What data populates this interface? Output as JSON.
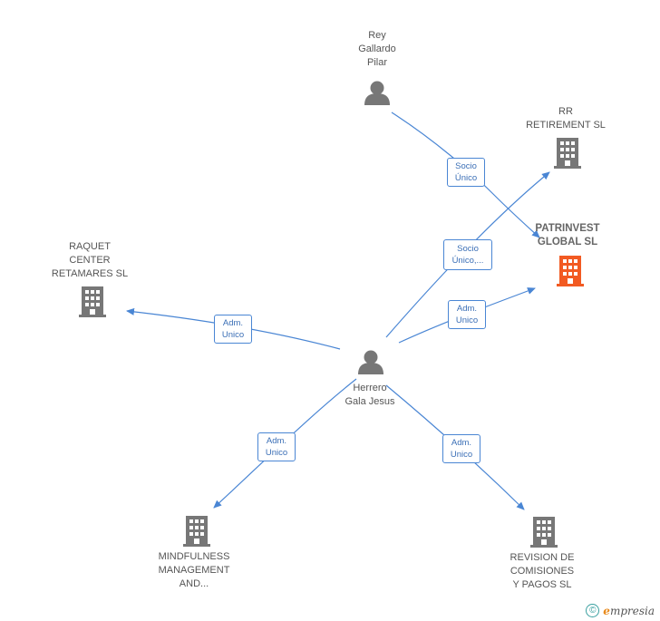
{
  "nodes": {
    "rey": {
      "label": "Rey\nGallardo\nPilar",
      "type": "person",
      "color": "#777777"
    },
    "rr": {
      "label": "RR\nRETIREMENT SL",
      "type": "company",
      "color": "#777777"
    },
    "patrinvest": {
      "label": "PATRINVEST\nGLOBAL SL",
      "type": "company",
      "color": "#f25a22"
    },
    "raquet": {
      "label": "RAQUET\nCENTER\nRETAMARES SL",
      "type": "company",
      "color": "#777777"
    },
    "herrero": {
      "label": "Herrero\nGala Jesus",
      "type": "person",
      "color": "#777777"
    },
    "mindfulness": {
      "label": "MINDFULNESS\nMANAGEMENT\nAND...",
      "type": "company",
      "color": "#777777"
    },
    "revision": {
      "label": "REVISION DE\nCOMISIONES\nY PAGOS SL",
      "type": "company",
      "color": "#777777"
    }
  },
  "edges": {
    "rey_patrinvest": "Socio\nÚnico",
    "herrero_rr": "Socio\nÚnico,...",
    "herrero_patrinvest": "Adm.\nUnico",
    "herrero_raquet": "Adm.\nUnico",
    "herrero_mindfulness": "Adm.\nUnico",
    "herrero_revision": "Adm.\nUnico"
  },
  "colors": {
    "edge": "#4a86d4",
    "icon": "#777777",
    "highlight": "#f25a22"
  },
  "footer": {
    "copyright": "©",
    "brand_first": "e",
    "brand_rest": "mpresia"
  }
}
